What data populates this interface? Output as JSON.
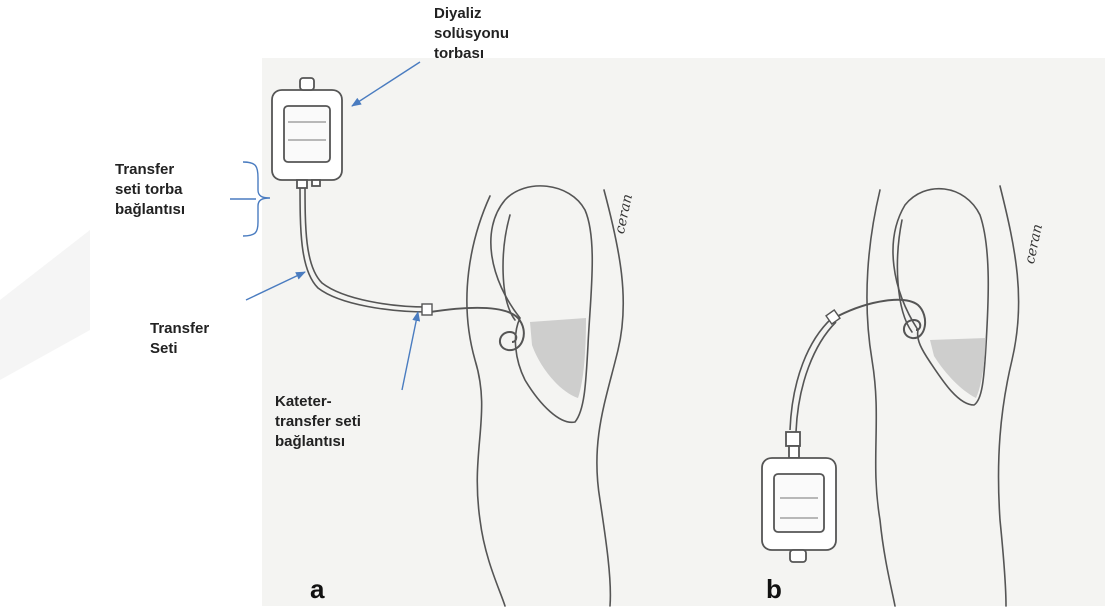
{
  "labels": {
    "bag": [
      "Diyaliz",
      "solüsyonu",
      "torbası"
    ],
    "bag_connection": [
      "Transfer",
      "seti torba",
      "bağlantısı"
    ],
    "transfer_set": [
      "Transfer",
      "Seti"
    ],
    "catheter_connection": [
      "Kateter-",
      "transfer seti",
      "bağlantısı"
    ]
  },
  "panels": {
    "a": "a",
    "b": "b"
  },
  "signatures": {
    "a": "ceran",
    "b": "ceran"
  },
  "colors": {
    "annotation_arrow": "#4a7cc0",
    "pencil": "#555555",
    "fluid_shading": "#bdbdbd",
    "paper": "#f4f4f2"
  }
}
